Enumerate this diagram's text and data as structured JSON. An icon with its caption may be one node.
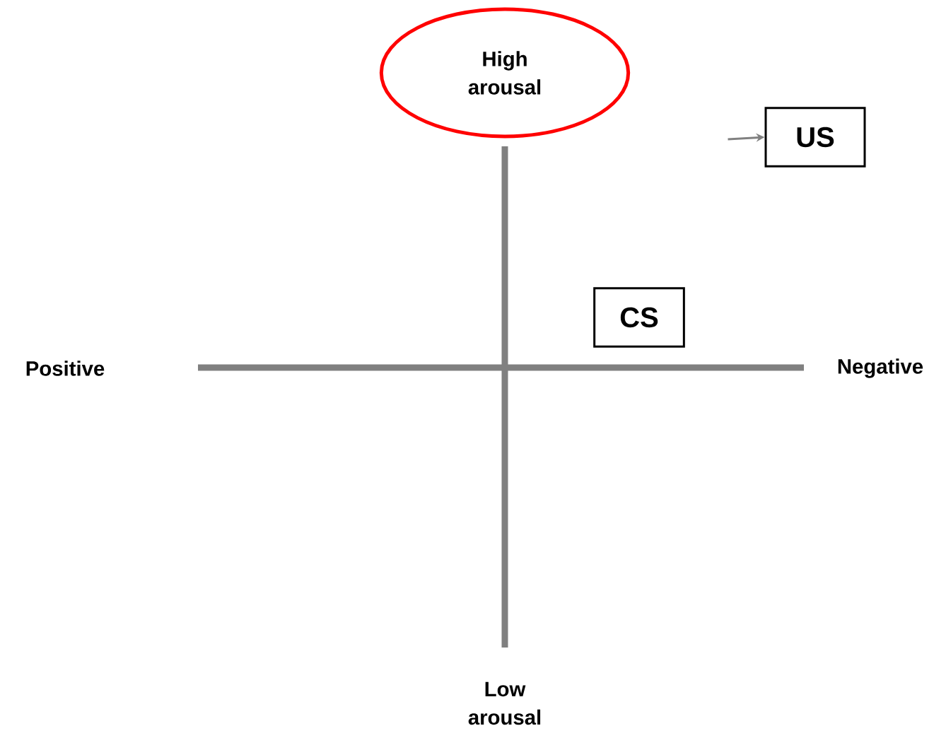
{
  "diagram": {
    "nodes": [
      {
        "text": [
          "High arousal"
        ]
      },
      {
        "text": [
          "US"
        ]
      },
      {
        "text": [
          "CS"
        ]
      }
    ],
    "edges": [
      {
        "from": null,
        "to": 1,
        "arrow": "to"
      }
    ],
    "labels": [
      "Positive",
      "Negative",
      "Low arousal"
    ]
  }
}
